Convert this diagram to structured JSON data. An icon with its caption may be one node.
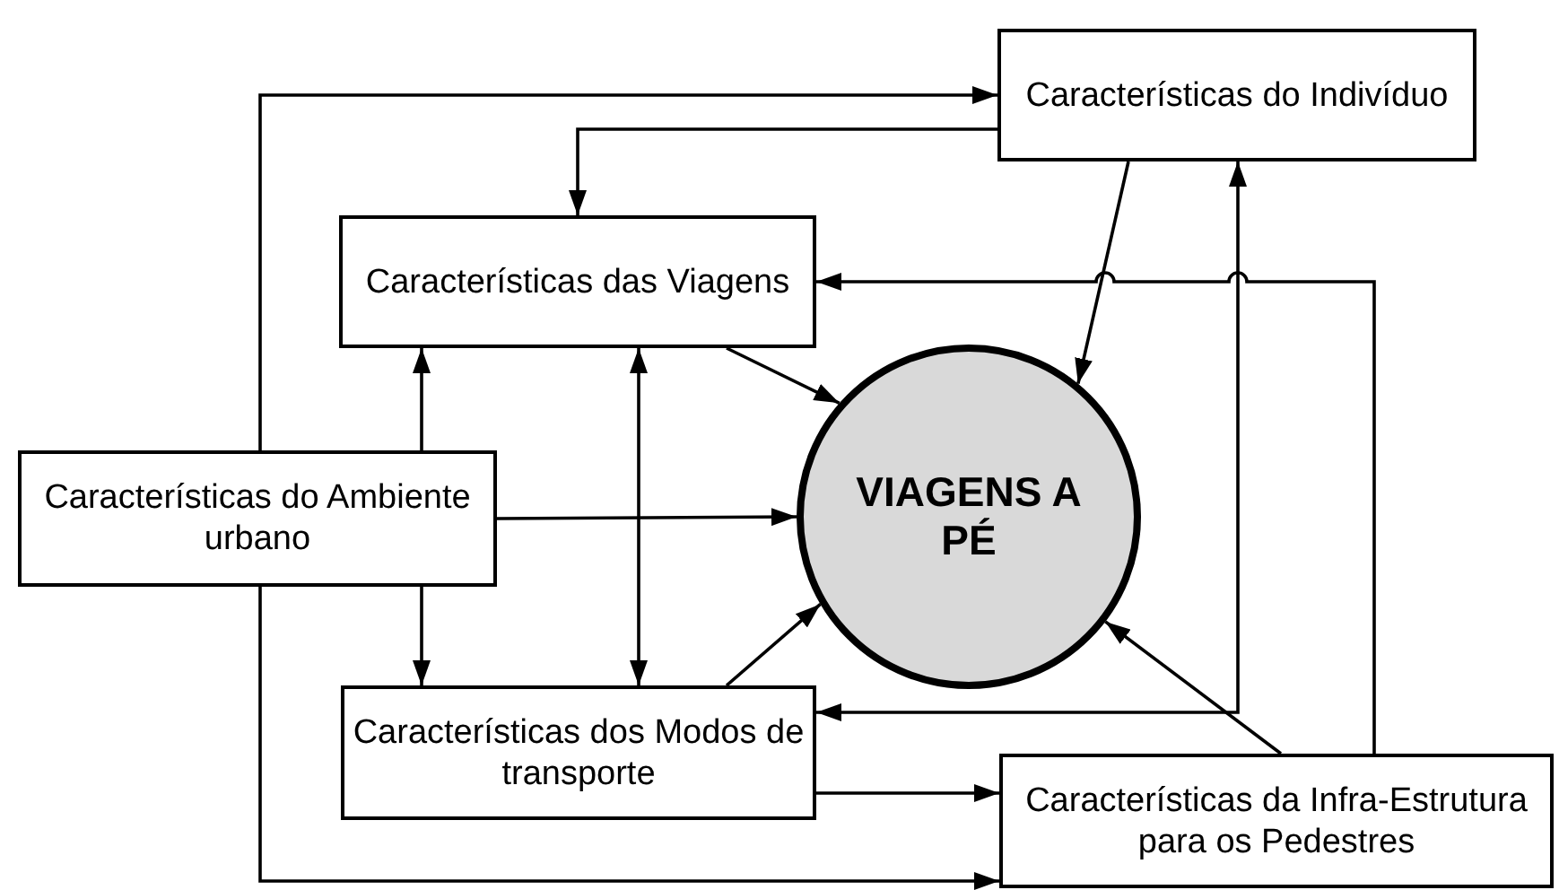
{
  "diagram": {
    "nodes": [
      {
        "text": [
          "Características do Indivíduo"
        ]
      },
      {
        "text": [
          "Características das Viagens"
        ]
      },
      {
        "text": [
          "Características do Ambiente urbano"
        ]
      },
      {
        "text": [
          "Características dos Modos de transporte"
        ]
      },
      {
        "text": [
          "Características da Infra-Estrutura para os Pedestres"
        ]
      },
      {
        "text": [
          "VIAGENS A PÉ"
        ]
      }
    ],
    "edges": [
      {
        "from": 2,
        "to": 0,
        "arrow": "to"
      },
      {
        "from": 2,
        "to": 4,
        "arrow": "to"
      },
      {
        "from": 0,
        "to": 1,
        "arrow": "to"
      },
      {
        "from": 0,
        "to": 5,
        "arrow": "to"
      },
      {
        "from": 4,
        "to": 1,
        "arrow": "to"
      },
      {
        "from": 0,
        "to": 3,
        "arrow": "both"
      },
      {
        "from": 1,
        "to": 5,
        "arrow": "to"
      },
      {
        "from": 2,
        "to": 1,
        "arrow": "to"
      },
      {
        "from": 2,
        "to": 3,
        "arrow": "to"
      },
      {
        "from": 1,
        "to": 3,
        "arrow": "both"
      },
      {
        "from": 2,
        "to": 5,
        "arrow": "to"
      },
      {
        "from": 3,
        "to": 5,
        "arrow": "to"
      },
      {
        "from": 3,
        "to": 4,
        "arrow": "to"
      },
      {
        "from": 4,
        "to": 5,
        "arrow": "to"
      }
    ]
  }
}
